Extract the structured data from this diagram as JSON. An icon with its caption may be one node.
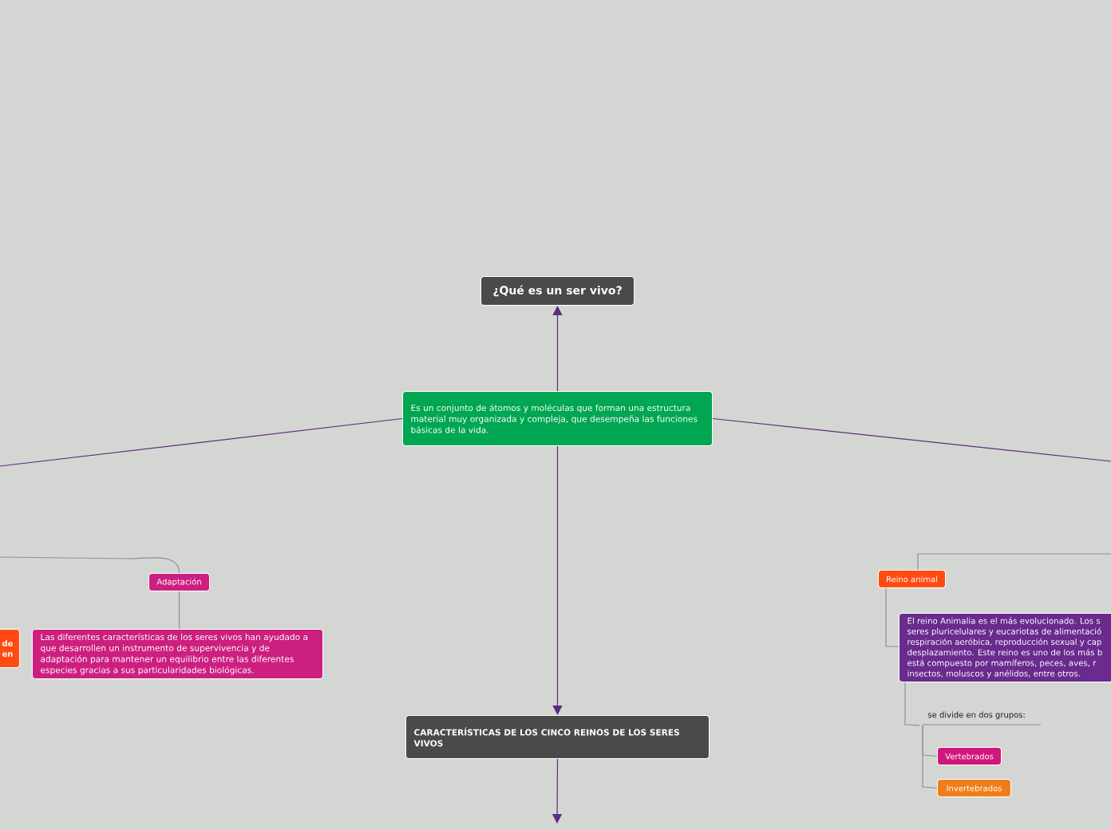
{
  "diagram": {
    "nodes": [
      {
        "text": [
          "¿Qué es un ser vivo?"
        ]
      },
      {
        "text": [
          "Es un conjunto de átomos   y moléculas que forman una estructura material muy organizada y compleja, que desempeña las funciones básicas de la vida."
        ]
      },
      {
        "text": [
          "CARACTERÍSTICAS DE LOS CINCO REINOS DE LOS SERES VIVOS"
        ]
      },
      {
        "text": [
          "Adaptación"
        ]
      },
      {
        "text": [
          "Las diferentes características de los seres vivos han ayudado a que desarrollen un instrumento de supervivencia y de adaptación para mantener un equilibrio entre las diferentes especies gracias a sus particularidades biológicas."
        ]
      },
      {
        "text": [
          "de en"
        ]
      },
      {
        "text": [
          "Reino animal"
        ]
      },
      {
        "text": [
          "El reino Animalia es el más evolucionado. Los s seres pluricelulares y eucariotas de alimentació respiración aeróbica, reproducción sexual y cap desplazamiento. Este reino es uno de los más b está compuesto por mamíferos, peces, aves, r insectos, moluscos y anélidos, entre otros."
        ]
      },
      {
        "text": [
          "se divide en dos grupos:"
        ]
      },
      {
        "text": [
          "Vertebrados"
        ]
      },
      {
        "text": [
          "Invertebrados"
        ]
      }
    ],
    "edges": [
      {
        "from": 1,
        "to": 0,
        "arrow": "to",
        "color": "#5c2d7e"
      },
      {
        "from": 1,
        "to": 2,
        "arrow": "to",
        "color": "#5c2d7e"
      },
      {
        "from": 2,
        "to": null,
        "arrow": "to",
        "color": "#5c2d7e"
      },
      {
        "from": 1,
        "to": null,
        "arrow": "none",
        "color": "#5c2d7e"
      },
      {
        "from": 1,
        "to": null,
        "arrow": "none",
        "color": "#5c2d7e"
      },
      {
        "from": null,
        "to": 3,
        "arrow": "none"
      },
      {
        "from": 3,
        "to": 4,
        "arrow": "none"
      },
      {
        "from": null,
        "to": 6,
        "arrow": "none"
      },
      {
        "from": 6,
        "to": 7,
        "arrow": "none"
      },
      {
        "from": 7,
        "to": 8,
        "arrow": "none"
      },
      {
        "from": 8,
        "to": 9,
        "arrow": "none"
      },
      {
        "from": 8,
        "to": 10,
        "arrow": "none"
      }
    ]
  }
}
